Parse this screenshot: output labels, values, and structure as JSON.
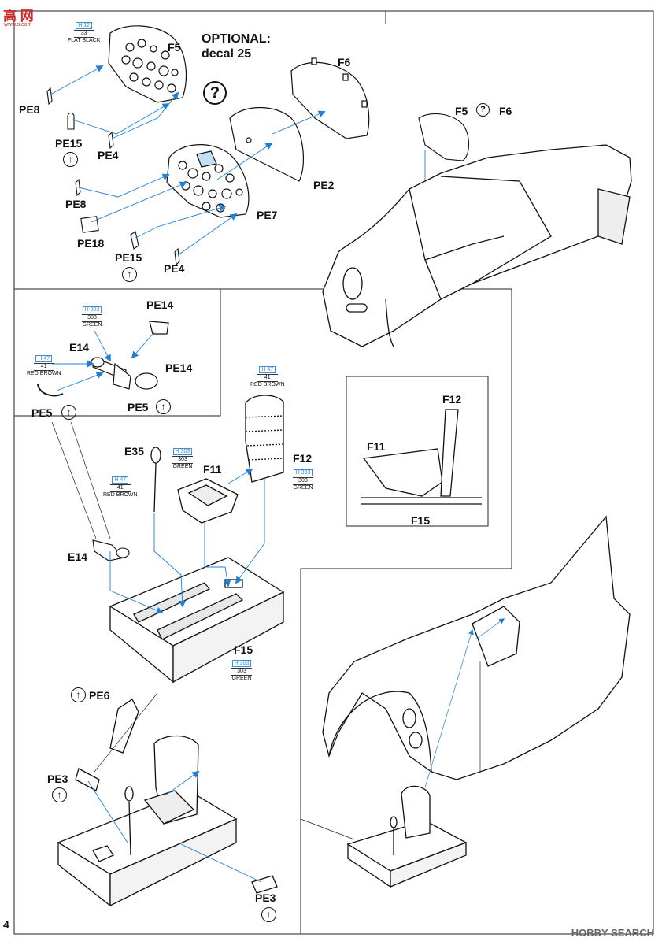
{
  "watermarks": {
    "top_logo": "高 网",
    "top_url": "www.s.com",
    "bottom": "HOBBY SEARCH"
  },
  "page_number": "4",
  "optional_note": {
    "line1": "OPTIONAL:",
    "line2": "decal 25"
  },
  "question_symbol": "?",
  "step_symbol": "↑",
  "f5f6_label": {
    "left": "F5",
    "right": "F6"
  },
  "parts": {
    "F5": "F5",
    "F6": "F6",
    "PE2": "PE2",
    "PE7": "PE7",
    "PE8a": "PE8",
    "PE8b": "PE8",
    "PE15a": "PE15",
    "PE15b": "PE15",
    "PE4a": "PE4",
    "PE4b": "PE4",
    "PE18": "PE18",
    "PE14a": "PE14",
    "PE14b": "PE14",
    "E14a": "E14",
    "E14b": "E14",
    "PE5a": "PE5",
    "PE5b": "PE5",
    "E35": "E35",
    "F11a": "F11",
    "F12a": "F12",
    "F15a": "F15",
    "F11b": "F11",
    "F12b": "F12",
    "F15b": "F15",
    "PE6": "PE6",
    "PE3a": "PE3",
    "PE3b": "PE3"
  },
  "paints": {
    "flat_black": {
      "code": "H 12",
      "num": "33",
      "name": "FLAT BLACK"
    },
    "green_pe14": {
      "code": "H 303",
      "num": "303",
      "name": "GREEN"
    },
    "red_pe5": {
      "code": "H 47",
      "num": "41",
      "name": "RED BROWN"
    },
    "red_f12": {
      "code": "H 47",
      "num": "41",
      "name": "RED BROWN"
    },
    "green_e35": {
      "code": "H 303",
      "num": "303",
      "name": "GREEN"
    },
    "red_e35": {
      "code": "H 47",
      "num": "41",
      "name": "RED BROWN"
    },
    "green_f12": {
      "code": "H 303",
      "num": "303",
      "name": "GREEN"
    },
    "green_f15": {
      "code": "H 303",
      "num": "303",
      "name": "GREEN"
    }
  },
  "colors": {
    "arrow_blue": "#1f7fd6",
    "line": "#111111",
    "paint_blue": "#3a8fd8"
  }
}
